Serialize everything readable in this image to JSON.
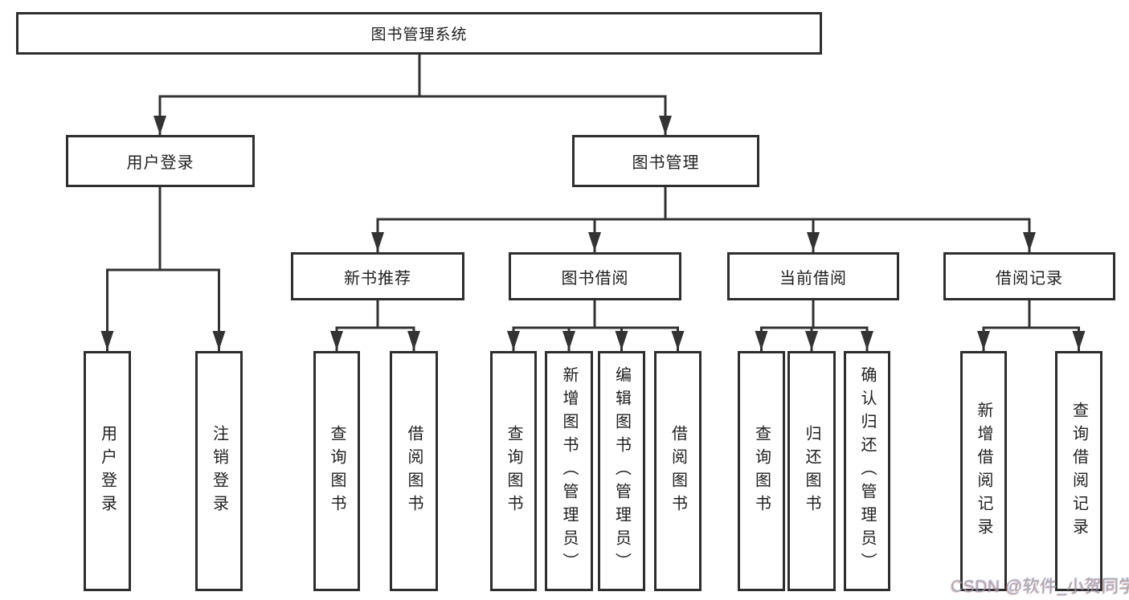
{
  "tree": {
    "root": "图书管理系统",
    "branches": [
      {
        "label": "用户登录",
        "leaves": [
          "用户登录",
          "注销登录"
        ]
      },
      {
        "label": "图书管理",
        "sections": [
          {
            "label": "新书推荐",
            "leaves": [
              "查询图书",
              "借阅图书"
            ]
          },
          {
            "label": "图书借阅",
            "leaves": [
              "查询图书",
              "新增图书（管理员）",
              "编辑图书（管理员）",
              "借阅图书"
            ]
          },
          {
            "label": "当前借阅",
            "leaves": [
              "查询图书",
              "归还图书",
              "确认归还（管理员）"
            ]
          },
          {
            "label": "借阅记录",
            "leaves": [
              "新增借阅记录",
              "查询借阅记录"
            ]
          }
        ]
      }
    ]
  },
  "watermark": {
    "text": "CSDN @软件_小贺同学"
  },
  "colors": {
    "line": "#333333",
    "border": "#2e2e2e",
    "text": "#1f1f1f",
    "background": "#ffffff",
    "watermark": "#9b9ba1"
  }
}
